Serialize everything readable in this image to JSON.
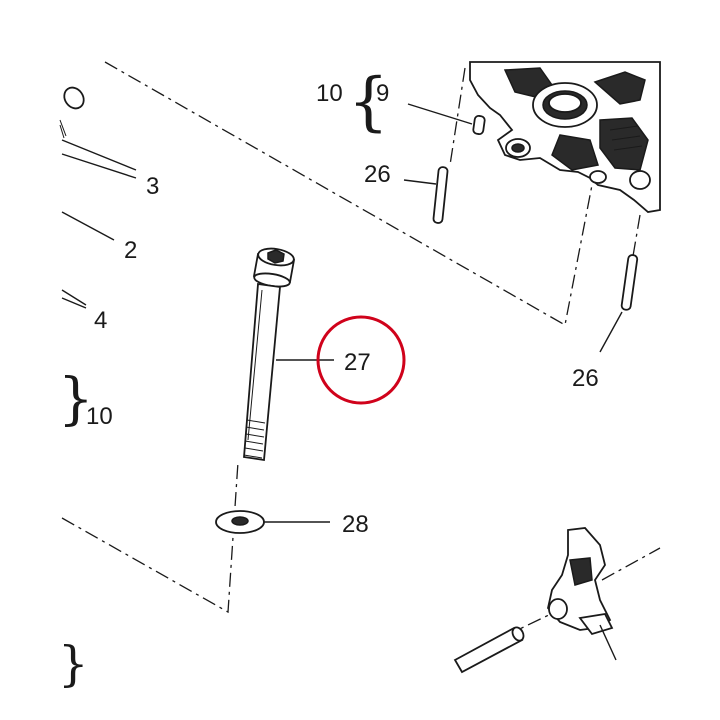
{
  "callouts": {
    "c3": "3",
    "c2": "2",
    "c4": "4",
    "c10_left": "10",
    "c10_top": "10",
    "c9": "9",
    "c26_top": "26",
    "c26_right": "26",
    "c27": "27",
    "c28": "28"
  },
  "highlight": {
    "target": "27",
    "color": "#d0021b"
  }
}
